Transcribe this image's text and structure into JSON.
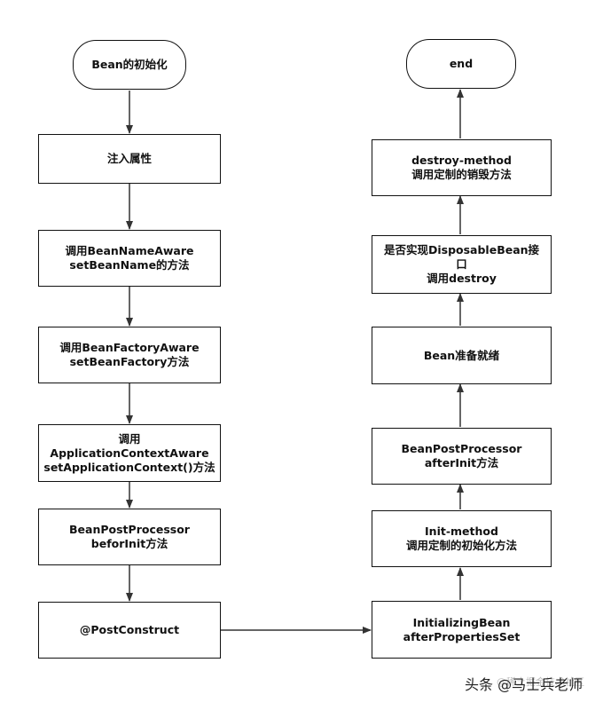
{
  "nodes": {
    "bean-init": "Bean的初始化",
    "inject-properties": "注入属性",
    "bean-name-aware": "调用BeanNameAware\nsetBeanName的方法",
    "bean-factory-aware": "调用BeanFactoryAware\nsetBeanFactory方法",
    "app-context-aware": "调用\nApplicationContextAware\nsetApplicationContext()方法",
    "bpp-before-init": "BeanPostProcessor\nbeforInit方法",
    "post-construct": "@PostConstruct",
    "initializing-bean": "InitializingBean\nafterPropertiesSet",
    "init-method": "Init-method\n调用定制的初始化方法",
    "bpp-after-init": "BeanPostProcessor\nafterInit方法",
    "bean-ready": "Bean准备就绪",
    "disposable-bean": "是否实现DisposableBean接\n口\n调用destroy",
    "destroy-method": "destroy-method\n调用定制的销毁方法",
    "end": "end"
  },
  "watermark": "头条 @马士兵老师",
  "watermark_faded": "@稀土掘金技术社区",
  "colors": {
    "line": "#333333",
    "border": "#111111"
  }
}
